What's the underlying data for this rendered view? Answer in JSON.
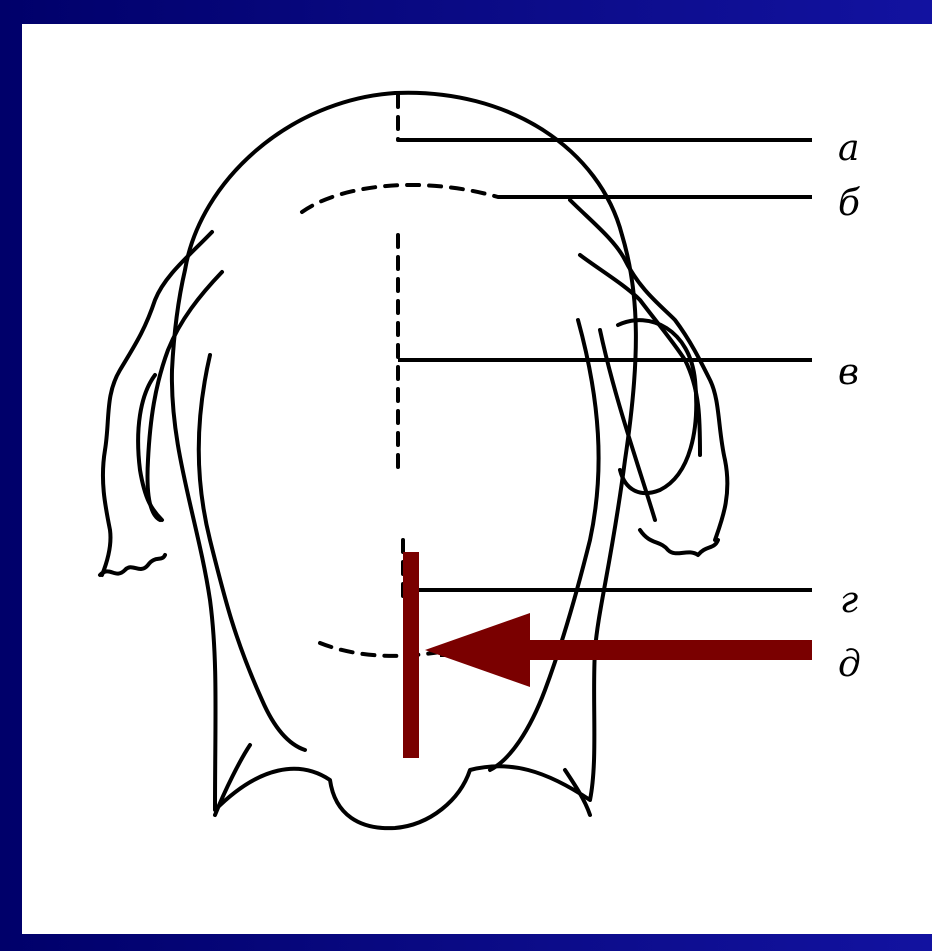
{
  "diagram": {
    "labels": {
      "a": "а",
      "b": "б",
      "v": "в",
      "g": "г",
      "d": "д"
    },
    "colors": {
      "background": "#0c0c8a",
      "panel": "#ffffff",
      "outline": "#000000",
      "marker": "#7a0000"
    }
  }
}
